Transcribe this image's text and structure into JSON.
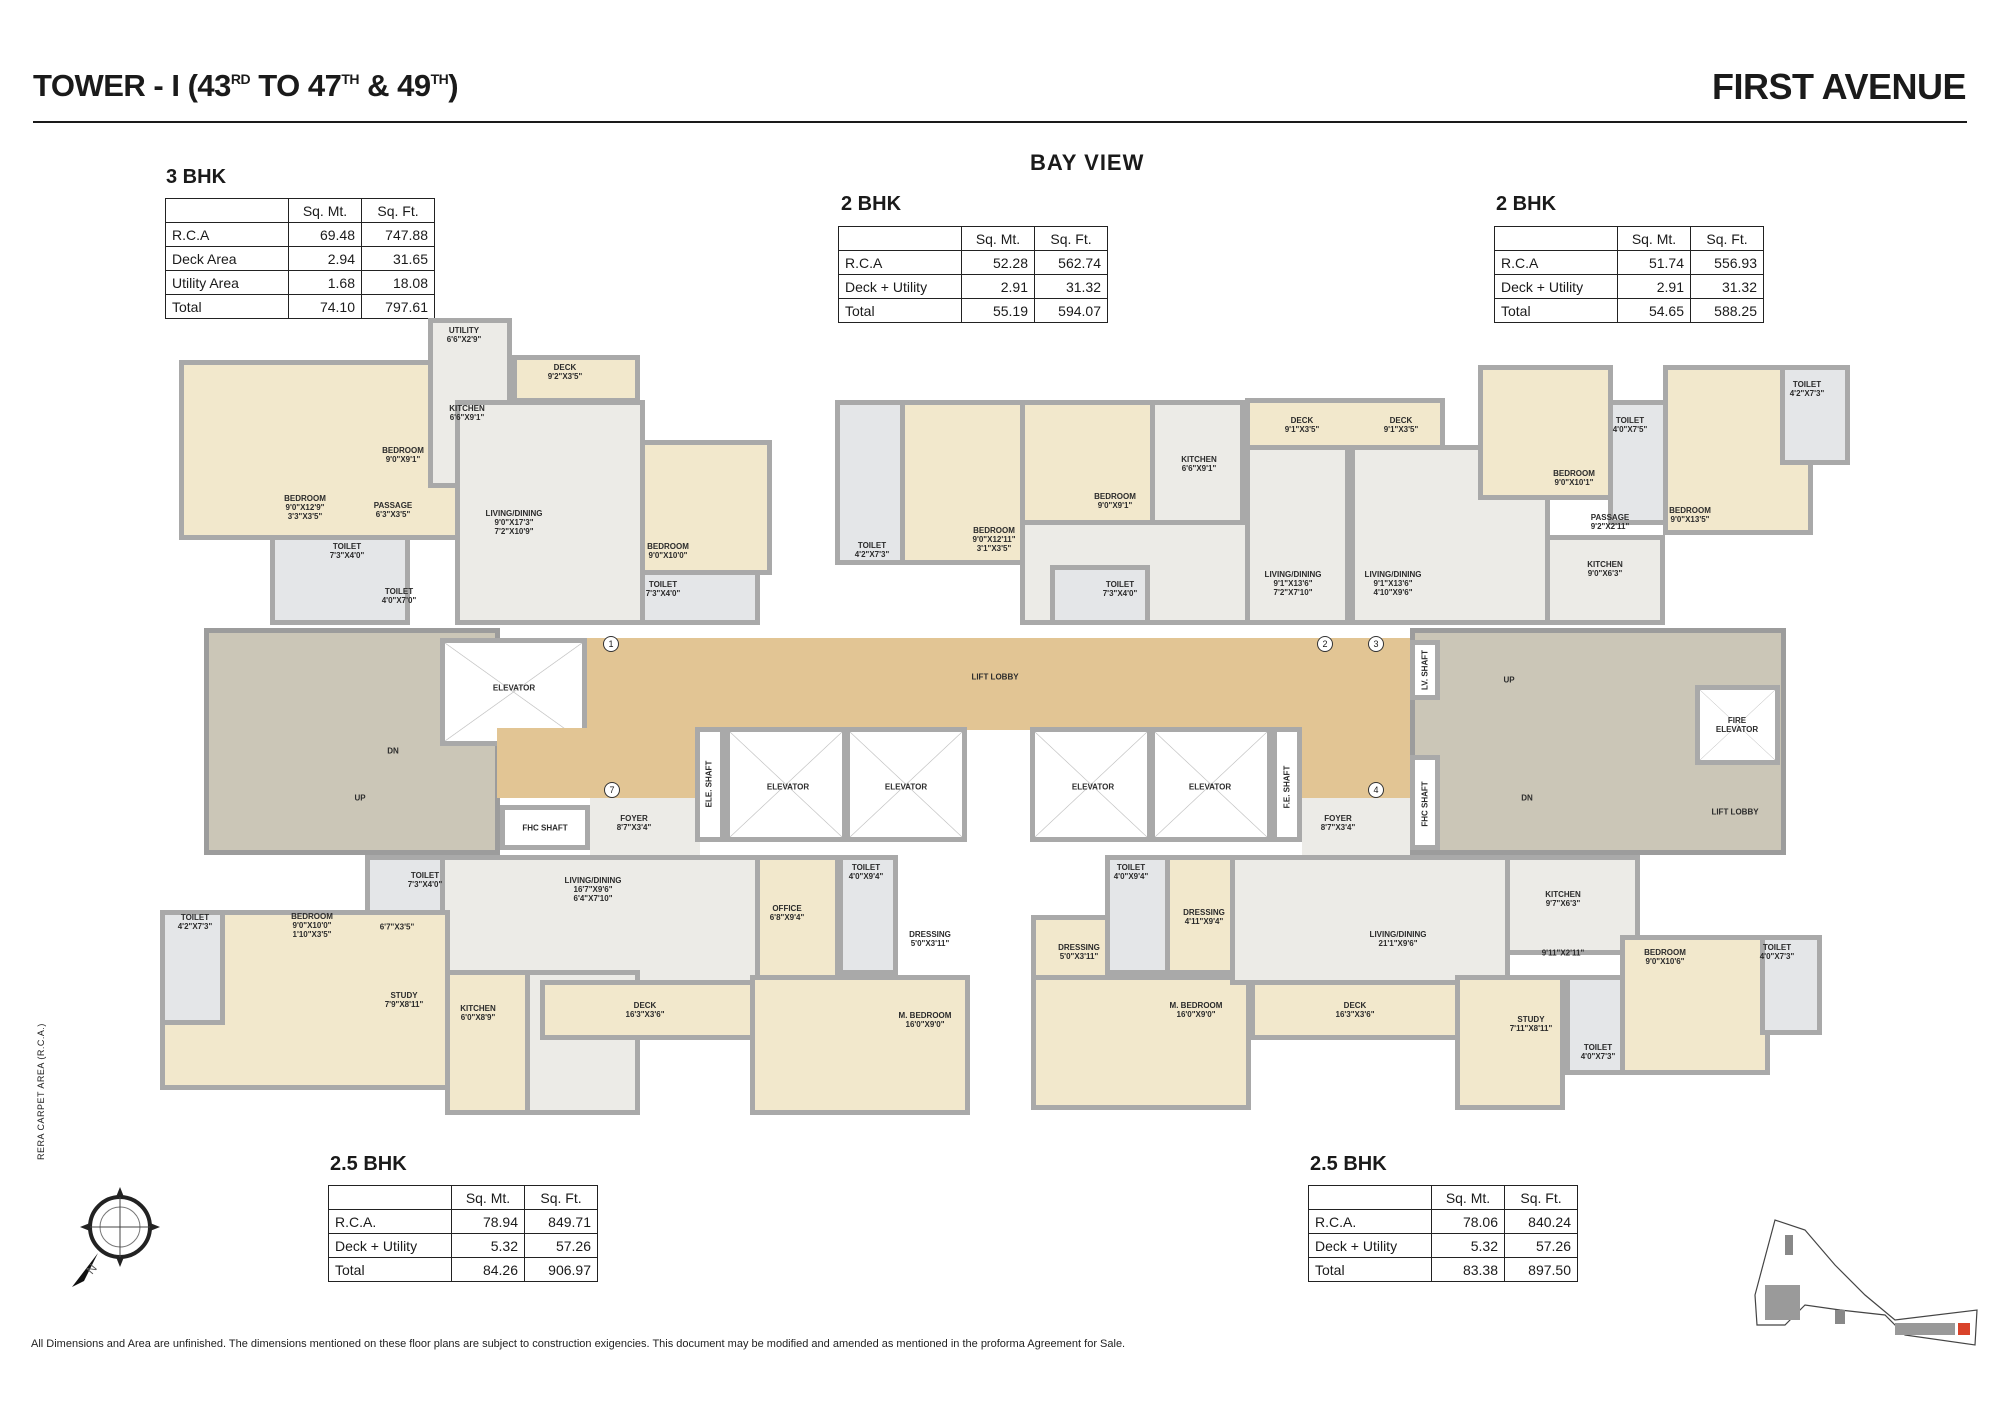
{
  "header": {
    "title_main": "TOWER - I (43",
    "title_sup1": "RD",
    "title_mid": " TO 47",
    "title_sup2": "TH",
    "title_mid2": " & 49",
    "title_sup3": "TH",
    "title_end": ")",
    "brand": "FIRST AVENUE",
    "view": "BAY VIEW"
  },
  "area_tables": [
    {
      "unit": "3 BHK",
      "headers": [
        "",
        "Sq. Mt.",
        "Sq. Ft."
      ],
      "rows": [
        [
          "R.C.A",
          "69.48",
          "747.88"
        ],
        [
          "Deck Area",
          "2.94",
          "31.65"
        ],
        [
          "Utility Area",
          "1.68",
          "18.08"
        ],
        [
          "Total",
          "74.10",
          "797.61"
        ]
      ]
    },
    {
      "unit": "2 BHK",
      "headers": [
        "",
        "Sq. Mt.",
        "Sq. Ft."
      ],
      "rows": [
        [
          "R.C.A",
          "52.28",
          "562.74"
        ],
        [
          "Deck + Utility",
          "2.91",
          "31.32"
        ],
        [
          "Total",
          "55.19",
          "594.07"
        ]
      ]
    },
    {
      "unit": "2 BHK",
      "headers": [
        "",
        "Sq. Mt.",
        "Sq. Ft."
      ],
      "rows": [
        [
          "R.C.A",
          "51.74",
          "556.93"
        ],
        [
          "Deck + Utility",
          "2.91",
          "31.32"
        ],
        [
          "Total",
          "54.65",
          "588.25"
        ]
      ]
    },
    {
      "unit": "2.5 BHK",
      "headers": [
        "",
        "Sq. Mt.",
        "Sq. Ft."
      ],
      "rows": [
        [
          "R.C.A.",
          "78.94",
          "849.71"
        ],
        [
          "Deck + Utility",
          "5.32",
          "57.26"
        ],
        [
          "Total",
          "84.26",
          "906.97"
        ]
      ]
    },
    {
      "unit": "2.5 BHK",
      "headers": [
        "",
        "Sq. Mt.",
        "Sq. Ft."
      ],
      "rows": [
        [
          "R.C.A.",
          "78.06",
          "840.24"
        ],
        [
          "Deck + Utility",
          "5.32",
          "57.26"
        ],
        [
          "Total",
          "83.38",
          "897.50"
        ]
      ]
    }
  ],
  "plan": {
    "rooms": [
      {
        "name": "UTILITY",
        "dims": "6'6\"X2'9\""
      },
      {
        "name": "DECK",
        "dims": "9'2\"X3'5\""
      },
      {
        "name": "KITCHEN",
        "dims": "6'6\"X9'1\""
      },
      {
        "name": "BEDROOM",
        "dims": "9'0\"X9'1\""
      },
      {
        "name": "BEDROOM",
        "dims": "9'0\"X12'9\"\n3'3\"X3'5\""
      },
      {
        "name": "PASSAGE",
        "dims": "6'3\"X3'5\""
      },
      {
        "name": "LIVING/DINING",
        "dims": "9'0\"X17'3\"\n7'2\"X10'9\""
      },
      {
        "name": "BEDROOM",
        "dims": "9'0\"X10'0\""
      },
      {
        "name": "TOILET",
        "dims": "7'3\"X4'0\""
      },
      {
        "name": "TOILET",
        "dims": "4'0\"X7'0\""
      },
      {
        "name": "TOILET",
        "dims": "7'3\"X4'0\""
      },
      {
        "name": "TOILET",
        "dims": "4'2\"X7'3\""
      },
      {
        "name": "BEDROOM",
        "dims": "9'0\"X12'11\"\n3'1\"X3'5\""
      },
      {
        "name": "BEDROOM",
        "dims": "9'0\"X9'1\""
      },
      {
        "name": "KITCHEN",
        "dims": "6'6\"X9'1\""
      },
      {
        "name": "TOILET",
        "dims": "7'3\"X4'0\""
      },
      {
        "name": "DECK",
        "dims": "9'1\"X3'5\""
      },
      {
        "name": "DECK",
        "dims": "9'1\"X3'5\""
      },
      {
        "name": "LIVING/DINING",
        "dims": "9'1\"X13'6\"\n7'2\"X7'10\""
      },
      {
        "name": "LIVING/DINING",
        "dims": "9'1\"X13'6\"\n4'10\"X9'6\""
      },
      {
        "name": "TOILET",
        "dims": "4'0\"X7'5\""
      },
      {
        "name": "BEDROOM",
        "dims": "9'0\"X10'1\""
      },
      {
        "name": "TOILET",
        "dims": "4'2\"X7'3\""
      },
      {
        "name": "PASSAGE",
        "dims": "9'2\"X2'11\""
      },
      {
        "name": "BEDROOM",
        "dims": "9'0\"X13'5\""
      },
      {
        "name": "KITCHEN",
        "dims": "9'0\"X6'3\""
      },
      {
        "name": "TOILET",
        "dims": "7'3\"X4'0\""
      },
      {
        "name": "LIVING/DINING",
        "dims": "16'7\"X9'6\"\n6'4\"X7'10\""
      },
      {
        "name": "TOILET",
        "dims": "4'2\"X7'3\""
      },
      {
        "name": "BEDROOM",
        "dims": "9'0\"X10'0\"\n1'10\"X3'5\""
      },
      {
        "name": "",
        "dims": "6'7\"X3'5\""
      },
      {
        "name": "OFFICE",
        "dims": "6'8\"X9'4\""
      },
      {
        "name": "TOILET",
        "dims": "4'0\"X9'4\""
      },
      {
        "name": "DRESSING",
        "dims": "5'0\"X3'11\""
      },
      {
        "name": "STUDY",
        "dims": "7'9\"X8'11\""
      },
      {
        "name": "KITCHEN",
        "dims": "6'0\"X8'9\""
      },
      {
        "name": "DECK",
        "dims": "16'3\"X3'6\""
      },
      {
        "name": "M. BEDROOM",
        "dims": "16'0\"X9'0\""
      },
      {
        "name": "TOILET",
        "dims": "4'0\"X9'4\""
      },
      {
        "name": "DRESSING",
        "dims": "4'11\"X9'4\""
      },
      {
        "name": "DRESSING",
        "dims": "5'0\"X3'11\""
      },
      {
        "name": "LIVING/DINING",
        "dims": "21'1\"X9'6\""
      },
      {
        "name": "KITCHEN",
        "dims": "9'7\"X6'3\""
      },
      {
        "name": "",
        "dims": "9'11\"X2'11\""
      },
      {
        "name": "BEDROOM",
        "dims": "9'0\"X10'6\""
      },
      {
        "name": "TOILET",
        "dims": "4'0\"X7'3\""
      },
      {
        "name": "M. BEDROOM",
        "dims": "16'0\"X9'0\""
      },
      {
        "name": "DECK",
        "dims": "16'3\"X3'6\""
      },
      {
        "name": "STUDY",
        "dims": "7'11\"X8'11\""
      },
      {
        "name": "TOILET",
        "dims": "4'0\"X7'3\""
      },
      {
        "name": "FOYER",
        "dims": "8'7\"X3'4\""
      },
      {
        "name": "FOYER",
        "dims": "8'7\"X3'4\""
      }
    ],
    "core_labels": [
      "ELEVATOR",
      "LIFT LOBBY",
      "DN",
      "UP",
      "FHC SHAFT",
      "ELE. SHAFT",
      "ELEVATOR",
      "ELEVATOR",
      "ELEVATOR",
      "ELEVATOR",
      "F.E. SHAFT",
      "FHC SHAFT",
      "LV. SHAFT",
      "UP",
      "DN",
      "FIRE ELEVATOR",
      "LIFT LOBBY"
    ],
    "markers": [
      "1",
      "2",
      "3",
      "4",
      "7"
    ]
  },
  "side_note": "RERA CARPET AREA (R.C.A.)",
  "compass": {
    "north": "N"
  },
  "footer": "All Dimensions and Area are unfinished. The dimensions mentioned on these floor plans are subject to construction exigencies. This document may be modified and amended as mentioned in the proforma Agreement for Sale.",
  "colors": {
    "unit_fill": "#f2e8cc",
    "lobby": "#e2c594",
    "stair": "#cbc6b7",
    "site_highlight": "#d9432a"
  }
}
